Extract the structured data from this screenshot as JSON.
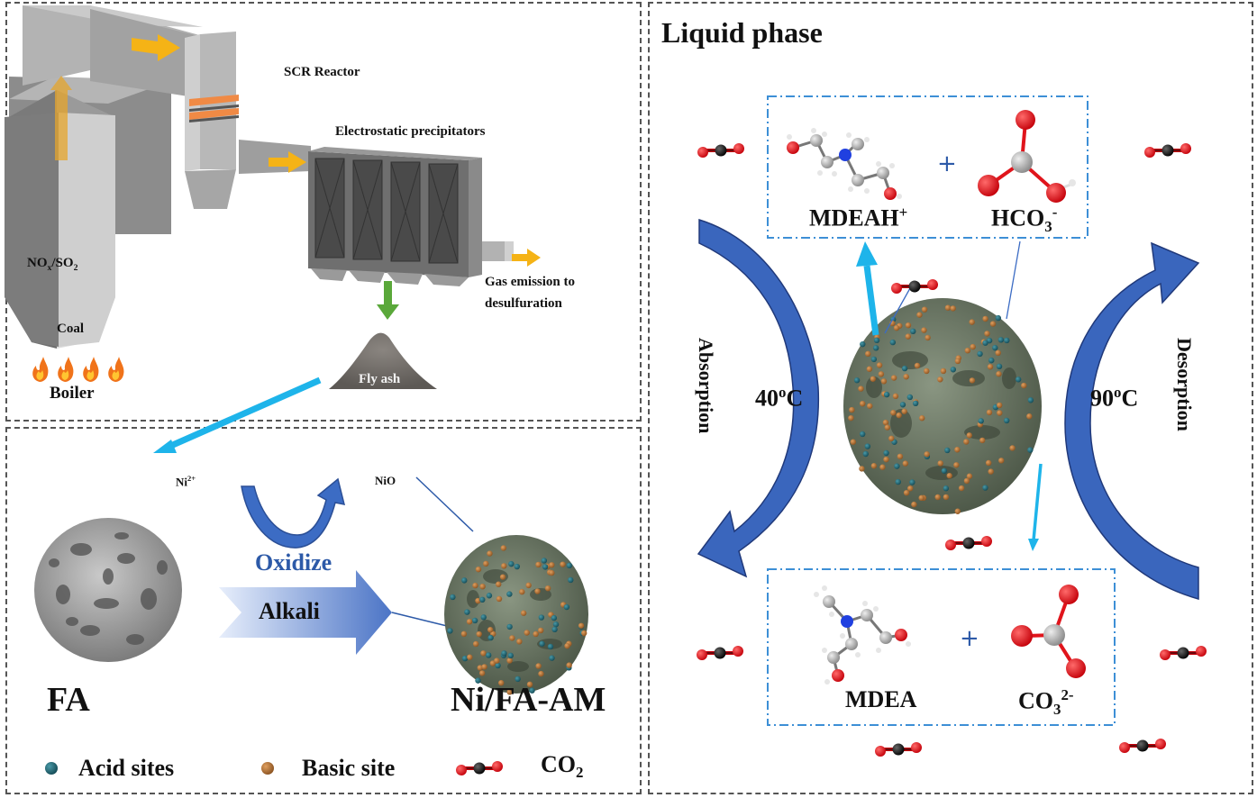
{
  "plant_panel": {
    "labels": {
      "scr_reactor": "SCR Reactor",
      "esp": "Electrostatic precipitators",
      "nox_so2": "NOx/SO2",
      "coal": "Coal",
      "boiler": "Boiler",
      "gas_emission_line1": "Gas emission to",
      "gas_emission_line2": "desulfuration",
      "fly_ash": "Fly ash"
    },
    "flame_count": 4
  },
  "synthesis_panel": {
    "labels": {
      "ni2": "Ni2+",
      "nio": "NiO",
      "oxidize": "Oxidize",
      "alkali": "Alkali",
      "fa": "FA",
      "product": "Ni/FA-AM"
    },
    "legend": [
      {
        "label": "Acid sites",
        "icon": "acid-site-sphere-icon",
        "color": "#1f5f6b"
      },
      {
        "label": "Basic site",
        "icon": "basic-site-sphere-icon",
        "color": "#a8672b"
      },
      {
        "label": "CO2",
        "icon": "co2-molecule-icon"
      }
    ]
  },
  "liquid_panel": {
    "title": "Liquid phase",
    "top_box": {
      "left_species": "MDEAH+",
      "plus": "+",
      "right_species": "HCO3-"
    },
    "bottom_box": {
      "left_species": "MDEA",
      "plus": "+",
      "right_species": "CO32-"
    },
    "absorption": {
      "label": "Absorption",
      "temperature": "40oC"
    },
    "desorption": {
      "label": "Desorption",
      "temperature": "90oC"
    }
  },
  "colors": {
    "arrow_blue": "#3c6cc4",
    "arrow_blue_dark": "#2b4f96",
    "cyan_arrow": "#1eb4ea",
    "flow_yellow": "#f5b316",
    "green_arrow": "#5aa83a",
    "oxygen_red": "#e0141b",
    "carbon_black": "#111111",
    "particle_green": "#6f7d68",
    "box_dash": "#3d8fd6"
  }
}
